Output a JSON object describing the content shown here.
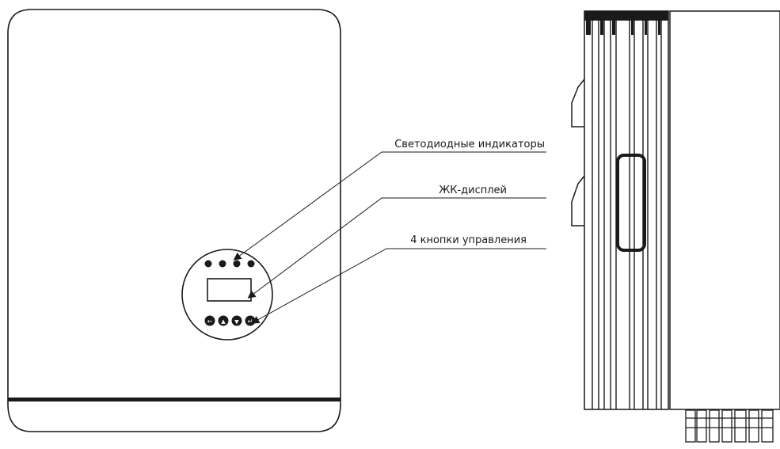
{
  "diagram": {
    "callouts": [
      {
        "id": "leds",
        "label": "Светодиодные индикаторы"
      },
      {
        "id": "lcd",
        "label": "ЖК-дисплей"
      },
      {
        "id": "buttons",
        "label": "4 кнопки управления"
      }
    ],
    "buttons": [
      {
        "icon": "back-arrow-icon",
        "glyph": "←"
      },
      {
        "icon": "up-arrow-icon",
        "glyph": "▲"
      },
      {
        "icon": "down-arrow-icon",
        "glyph": "▼"
      },
      {
        "icon": "enter-arrow-icon",
        "glyph": "↵"
      }
    ],
    "led_count": 4,
    "colors": {
      "line": "#1a1a1a",
      "fill": "#ffffff",
      "dark": "#1a1a1a"
    }
  }
}
